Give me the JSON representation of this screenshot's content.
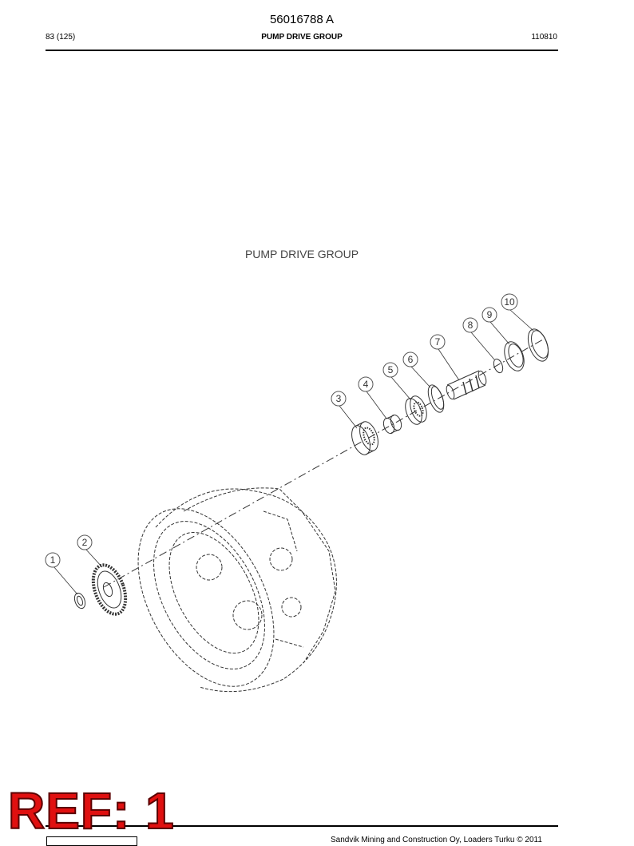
{
  "header": {
    "doc_number": "56016788 A",
    "page": "83 (125)",
    "title": "PUMP DRIVE GROUP",
    "code": "110810"
  },
  "figure": {
    "title": "PUMP DRIVE GROUP",
    "callouts": [
      "1",
      "2",
      "3",
      "4",
      "5",
      "6",
      "7",
      "8",
      "9",
      "10"
    ]
  },
  "stamp": {
    "text": "REF: 1"
  },
  "footer": {
    "copyright": "Sandvik Mining and Construction Oy, Loaders Turku © 2011"
  }
}
